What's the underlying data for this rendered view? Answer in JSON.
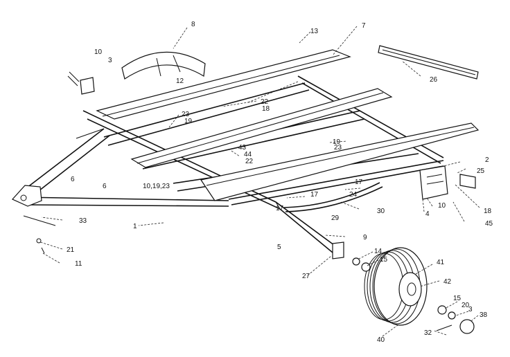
{
  "diagram": {
    "labels": [
      "8",
      "13",
      "7",
      "10",
      "3",
      "12",
      "26",
      "22",
      "18",
      "23",
      "19",
      "2",
      "43",
      "44",
      "22",
      "25",
      "6",
      "6",
      "10,19,23",
      "17",
      "24",
      "18",
      "17",
      "30",
      "4",
      "10",
      "45",
      "33",
      "1",
      "29",
      "21",
      "11",
      "9",
      "5",
      "14",
      "15",
      "41",
      "42",
      "27",
      "15",
      "20",
      "38",
      "40",
      "32",
      "19",
      "23",
      "17",
      "3"
    ]
  }
}
